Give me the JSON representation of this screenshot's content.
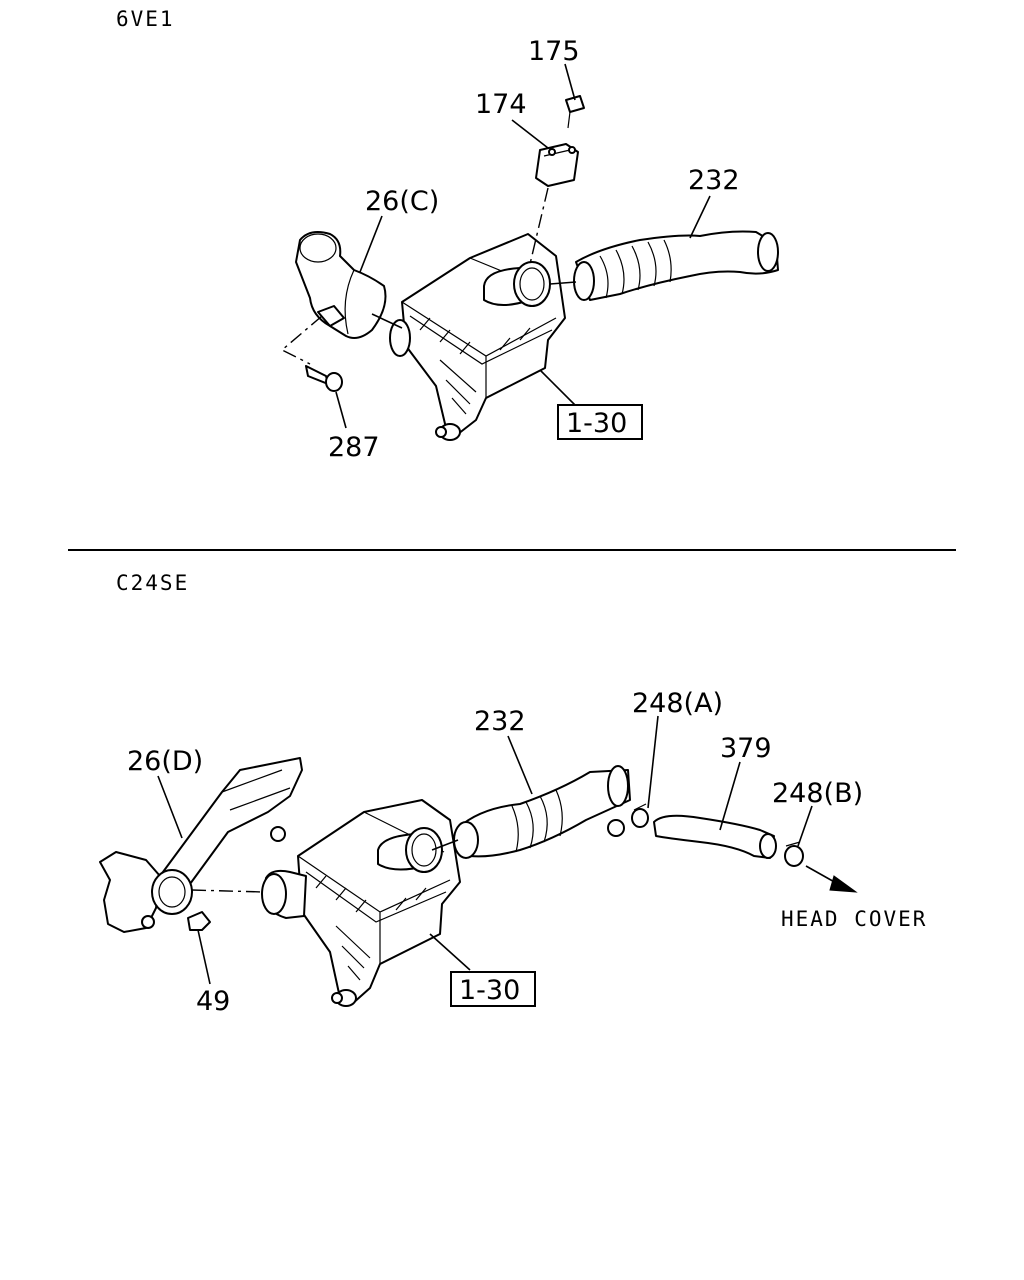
{
  "sections": {
    "top": "6VE1",
    "bottom": "C24SE"
  },
  "callouts": {
    "top": {
      "p175": "175",
      "p174": "174",
      "p232": "232",
      "p26c": "26(C)",
      "p287": "287",
      "ref": "1-30"
    },
    "bottom": {
      "p26d": "26(D)",
      "p232": "232",
      "p248a": "248(A)",
      "p379": "379",
      "p248b": "248(B)",
      "p49": "49",
      "ref": "1-30",
      "destination": "HEAD COVER"
    }
  }
}
